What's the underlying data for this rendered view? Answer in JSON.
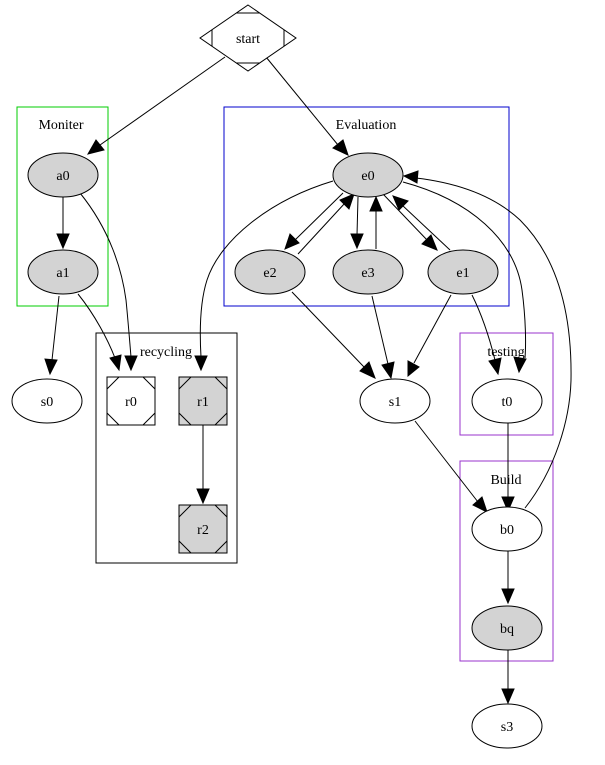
{
  "graph": {
    "clusters": [
      {
        "id": "moniter",
        "label": "Moniter",
        "color": "#00cc00"
      },
      {
        "id": "evaluation",
        "label": "Evaluation",
        "color": "#0000cc"
      },
      {
        "id": "recycling",
        "label": "recycling",
        "color": "#000000"
      },
      {
        "id": "testing",
        "label": "testing",
        "color": "#9933cc"
      },
      {
        "id": "build",
        "label": "Build",
        "color": "#9933cc"
      }
    ],
    "nodes": [
      {
        "id": "start",
        "label": "start",
        "shape": "Mdiamond",
        "fill": "#ffffff"
      },
      {
        "id": "a0",
        "label": "a0",
        "shape": "ellipse",
        "fill": "#d3d3d3",
        "cluster": "moniter"
      },
      {
        "id": "a1",
        "label": "a1",
        "shape": "ellipse",
        "fill": "#d3d3d3",
        "cluster": "moniter"
      },
      {
        "id": "e0",
        "label": "e0",
        "shape": "ellipse",
        "fill": "#d3d3d3",
        "cluster": "evaluation"
      },
      {
        "id": "e1",
        "label": "e1",
        "shape": "ellipse",
        "fill": "#d3d3d3",
        "cluster": "evaluation"
      },
      {
        "id": "e2",
        "label": "e2",
        "shape": "ellipse",
        "fill": "#d3d3d3",
        "cluster": "evaluation"
      },
      {
        "id": "e3",
        "label": "e3",
        "shape": "ellipse",
        "fill": "#d3d3d3",
        "cluster": "evaluation"
      },
      {
        "id": "r0",
        "label": "r0",
        "shape": "Msquare",
        "fill": "#ffffff",
        "cluster": "recycling"
      },
      {
        "id": "r1",
        "label": "r1",
        "shape": "Msquare",
        "fill": "#d3d3d3",
        "cluster": "recycling"
      },
      {
        "id": "r2",
        "label": "r2",
        "shape": "Msquare",
        "fill": "#d3d3d3",
        "cluster": "recycling"
      },
      {
        "id": "t0",
        "label": "t0",
        "shape": "ellipse",
        "fill": "#ffffff",
        "cluster": "testing"
      },
      {
        "id": "b0",
        "label": "b0",
        "shape": "ellipse",
        "fill": "#ffffff",
        "cluster": "build"
      },
      {
        "id": "bq",
        "label": "bq",
        "shape": "ellipse",
        "fill": "#d3d3d3",
        "cluster": "build"
      },
      {
        "id": "s0",
        "label": "s0",
        "shape": "ellipse",
        "fill": "#ffffff"
      },
      {
        "id": "s1",
        "label": "s1",
        "shape": "ellipse",
        "fill": "#ffffff"
      },
      {
        "id": "s3",
        "label": "s3",
        "shape": "ellipse",
        "fill": "#ffffff"
      }
    ],
    "edges": [
      {
        "from": "start",
        "to": "a0"
      },
      {
        "from": "start",
        "to": "e0"
      },
      {
        "from": "a0",
        "to": "a1"
      },
      {
        "from": "a0",
        "to": "r0"
      },
      {
        "from": "a1",
        "to": "s0"
      },
      {
        "from": "a1",
        "to": "r0"
      },
      {
        "from": "e0",
        "to": "e2"
      },
      {
        "from": "e2",
        "to": "e0"
      },
      {
        "from": "e0",
        "to": "e3"
      },
      {
        "from": "e3",
        "to": "e0"
      },
      {
        "from": "e0",
        "to": "e1"
      },
      {
        "from": "e1",
        "to": "e0"
      },
      {
        "from": "e0",
        "to": "r1"
      },
      {
        "from": "e0",
        "to": "t0"
      },
      {
        "from": "e2",
        "to": "s1"
      },
      {
        "from": "e3",
        "to": "s1"
      },
      {
        "from": "e1",
        "to": "s1"
      },
      {
        "from": "e1",
        "to": "t0"
      },
      {
        "from": "r1",
        "to": "r2"
      },
      {
        "from": "s1",
        "to": "b0"
      },
      {
        "from": "t0",
        "to": "b0"
      },
      {
        "from": "b0",
        "to": "e0"
      },
      {
        "from": "b0",
        "to": "bq"
      },
      {
        "from": "bq",
        "to": "s3"
      }
    ]
  }
}
